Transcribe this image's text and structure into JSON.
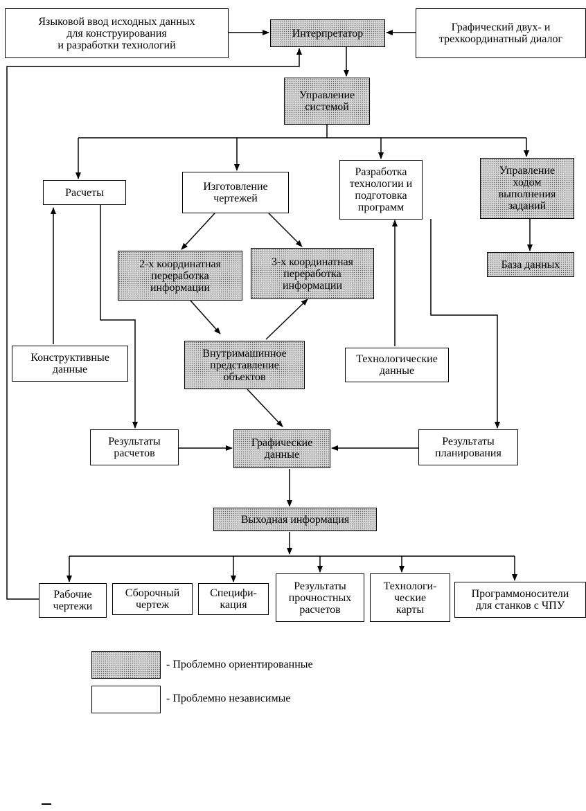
{
  "boxes": {
    "lang_input": "Языковой ввод исходных данных\nдля конструирования\nи разработки технологий",
    "interpreter": "Интерпретатор",
    "graphic_dialog": "Графический двух- и\nтрехкоординатный диалог",
    "system_control": "Управление\nсистемой",
    "calculations": "Расчеты",
    "drawings": "Изготовление\nчертежей",
    "tech_dev": "Разработка\nтехнологии и\nподготовка\nпрограмм",
    "job_control": "Управление\nходом\nвыполнения\nзаданий",
    "proc_2d": "2-х координатная\nпереработка\nинформации",
    "proc_3d": "3-х координатная\nпереработка\nинформации",
    "database": "База данных",
    "design_data": "Конструктивные\nданные",
    "internal_repr": "Внутримашинное\nпредставление\nобъектов",
    "tech_data": "Технологические\nданные",
    "calc_results": "Результаты\nрасчетов",
    "graphic_data": "Графические\nданные",
    "planning_results": "Результаты\nпланирования",
    "output_info": "Выходная информация",
    "working_drawings": "Рабочие\nчертежи",
    "assembly_drawing": "Сборочный\nчертеж",
    "specification": "Специфи-\nкация",
    "strength_results": "Результаты\nпрочностных\nрасчетов",
    "tech_cards": "Технологи-\nческие\nкарты",
    "nc_programs": "Программоносители\nдля станков с ЧПУ"
  },
  "legend": {
    "oriented": "- Проблемно ориентированные",
    "independent": "- Проблемно независимые"
  }
}
